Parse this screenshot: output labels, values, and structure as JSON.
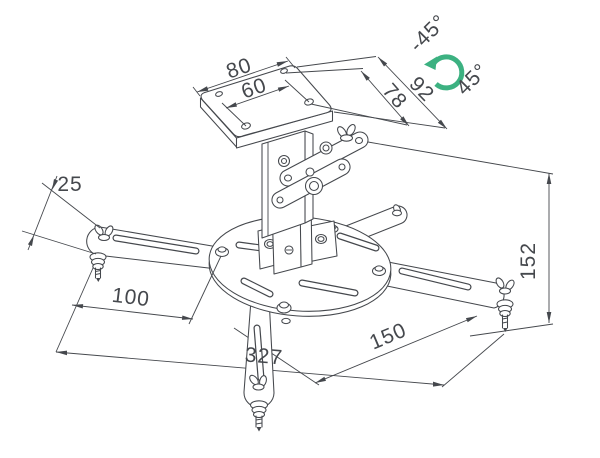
{
  "meta": {
    "title": "Projector ceiling mount — dimensioned isometric technical drawing",
    "background": "#ffffff",
    "line_color": "#45484d",
    "accent_color": "#3cb181"
  },
  "dims": {
    "plate_width": "80",
    "hole_spacing": "60",
    "hole_depth": "78",
    "plate_depth": "92",
    "rotate_ccw": "-45°",
    "rotate_cw": "45°",
    "arm_width": "25",
    "left_offset": "100",
    "right_offset": "150",
    "height": "152",
    "total_span": "327"
  }
}
